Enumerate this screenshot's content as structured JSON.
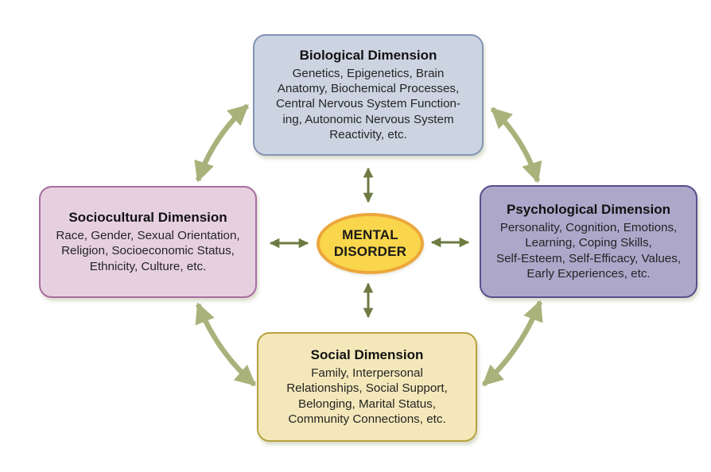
{
  "figure": {
    "center": {
      "label": "MENTAL\nDISORDER"
    },
    "boxes": {
      "biological": {
        "title": "Biological Dimension",
        "body": "Genetics, Epigenetics, Brain\nAnatomy, Biochemical Processes,\nCentral Nervous System Function-\ning, Autonomic Nervous System\nReactivity, etc."
      },
      "psychological": {
        "title": "Psychological Dimension",
        "body": "Personality, Cognition, Emotions,\nLearning, Coping Skills,\nSelf-Esteem, Self-Efficacy, Values,\nEarly Experiences, etc."
      },
      "sociocultural": {
        "title": "Sociocultural Dimension",
        "body": "Race, Gender, Sexual Orientation,\nReligion, Socioeconomic Status,\nEthnicity, Culture, etc."
      },
      "social": {
        "title": "Social Dimension",
        "body": "Family, Interpersonal\nRelationships, Social Support,\nBelonging, Marital Status,\nCommunity Connections, etc."
      }
    },
    "colors": {
      "biological_fill": "#ccd4e2",
      "biological_border": "#8294b5",
      "psychological_fill": "#ada7ca",
      "psychological_border": "#57508d",
      "sociocultural_fill": "#e6d0e0",
      "sociocultural_border": "#a76da0",
      "social_fill": "#f4e8ba",
      "social_border": "#b6a23e",
      "center_fill": "#f9d64b",
      "center_border": "#eca73c",
      "curved_arrow": "#a9b27b",
      "straight_arrow": "#6d7b42"
    }
  }
}
